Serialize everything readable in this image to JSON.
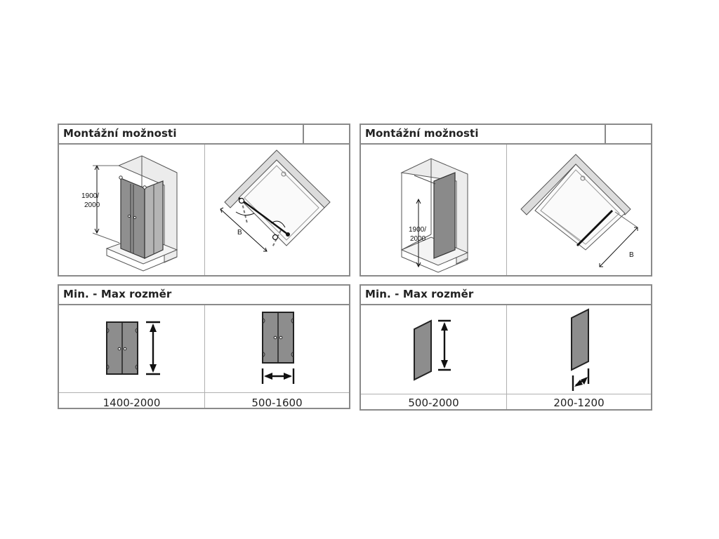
{
  "panels": [
    {
      "mount_title": "Montážní možnosti",
      "mount_height_label": [
        "1900/",
        "2000"
      ],
      "mount_width_label": "B",
      "size_title": "Min. - Max rozměr",
      "sizes": [
        "1400-2000",
        "500-1600"
      ]
    },
    {
      "mount_title": "Montážní možnosti",
      "mount_height_label": [
        "1900/",
        "2000"
      ],
      "mount_width_label": "B",
      "size_title": "Min. - Max rozměr",
      "sizes": [
        "500-2000",
        "200-1200"
      ]
    }
  ]
}
